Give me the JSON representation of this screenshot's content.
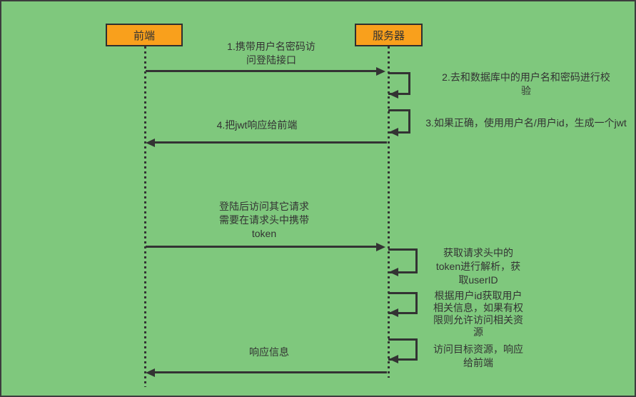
{
  "diagram": {
    "type": "sequence-diagram",
    "actors": [
      {
        "label": "前端"
      },
      {
        "label": "服务器"
      }
    ],
    "messages": [
      {
        "label": "1.携带用户名密码访\n问登陆接口",
        "from": "前端",
        "to": "服务器",
        "kind": "message"
      },
      {
        "label": "2.去和数据库中的用户名和密码进行校\n验",
        "from": "服务器",
        "to": "服务器",
        "kind": "self"
      },
      {
        "label": "3.如果正确，使用用户名/用户id，生成一个jwt",
        "from": "服务器",
        "to": "服务器",
        "kind": "self"
      },
      {
        "label": "4.把jwt响应给前端",
        "from": "服务器",
        "to": "前端",
        "kind": "message"
      },
      {
        "label": "登陆后访问其它请求\n需要在请求头中携带\ntoken",
        "from": "前端",
        "to": "服务器",
        "kind": "message"
      },
      {
        "label": "获取请求头中的\ntoken进行解析，获\n取userID",
        "from": "服务器",
        "to": "服务器",
        "kind": "self"
      },
      {
        "label": "根据用户id获取用户\n相关信息，如果有权\n限则允许访问相关资\n源",
        "from": "服务器",
        "to": "服务器",
        "kind": "self"
      },
      {
        "label": "访问目标资源，响应\n给前端",
        "from": "服务器",
        "to": "服务器",
        "kind": "self"
      },
      {
        "label": "响应信息",
        "from": "服务器",
        "to": "前端",
        "kind": "message"
      }
    ],
    "colors": {
      "background": "#7FC87D",
      "actor_fill": "#F9A01C",
      "stroke": "#333333"
    }
  }
}
